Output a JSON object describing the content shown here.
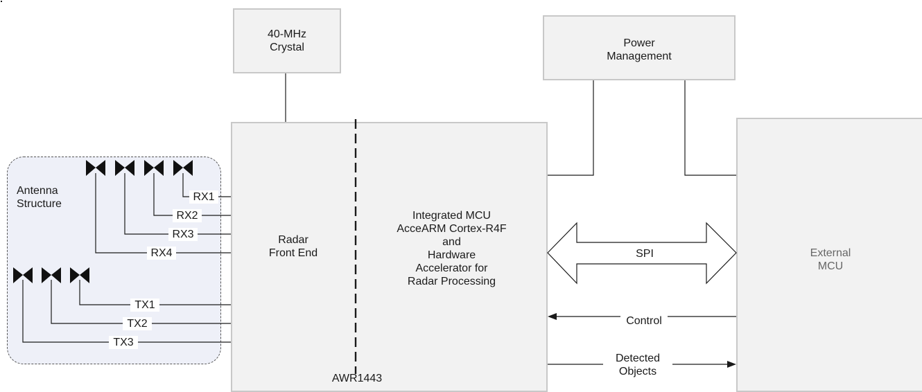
{
  "crystal": "40-MHz\nCrystal",
  "power": "Power\nManagement",
  "antenna": "Antenna\nStructure",
  "frontend": "Radar\nFront End",
  "mcu": "Integrated MCU\nAcceARM Cortex-R4F\nand\nHardware\nAccelerator for\nRadar Processing",
  "chip": "AWR1443",
  "external": "External\nMCU",
  "spi": "SPI",
  "control": "Control",
  "detected": "Detected\nObjects",
  "rx": [
    "RX1",
    "RX2",
    "RX3",
    "RX4"
  ],
  "tx": [
    "TX1",
    "TX2",
    "TX3"
  ],
  "colors": {
    "box_fill": "#f2f2f2",
    "box_border": "#c8c8c8",
    "antenna_fill": "#eef0f8",
    "line": "#1a1a1a",
    "external_text": "#666666"
  }
}
